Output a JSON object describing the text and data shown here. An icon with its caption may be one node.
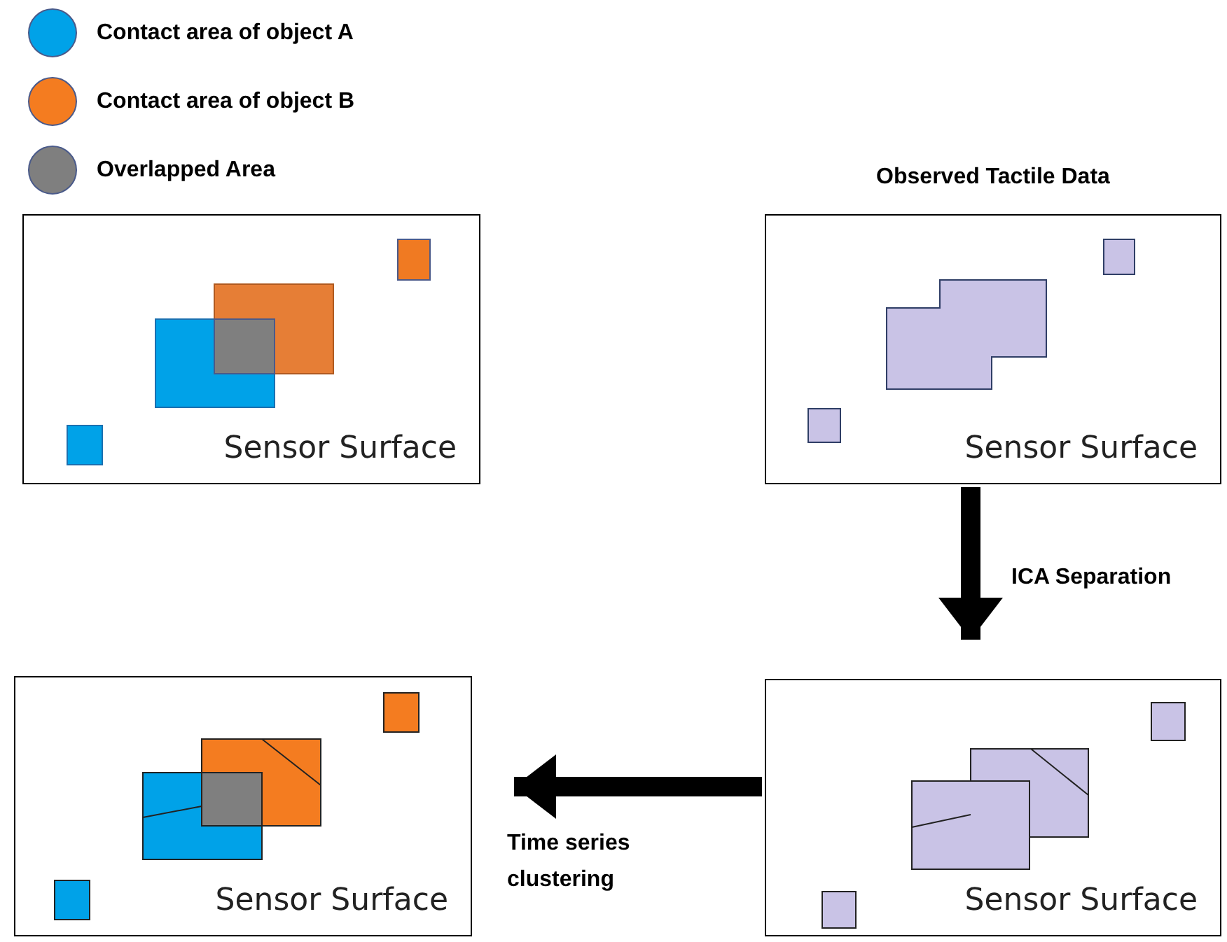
{
  "diagram": {
    "nodes": [
      {
        "text": [
          "Sensor Surface"
        ]
      },
      {
        "text": [
          "Observed Tactile Data",
          "Sensor Surface"
        ]
      },
      {
        "text": [
          "Sensor Surface"
        ]
      },
      {
        "text": [
          "Sensor Surface"
        ]
      }
    ],
    "edges": [
      {
        "from": 1,
        "to": 3,
        "arrow": "to",
        "label": "ICA Separation"
      },
      {
        "from": 3,
        "to": 2,
        "arrow": "to",
        "label": "Time series clustering"
      }
    ],
    "legend": [
      {
        "text": "Contact area of object A",
        "color": "#00a2e8"
      },
      {
        "text": "Contact area of object B",
        "color": "#f47c20"
      },
      {
        "text": "Overlapped Area",
        "color": "#7f7f7f"
      }
    ]
  }
}
